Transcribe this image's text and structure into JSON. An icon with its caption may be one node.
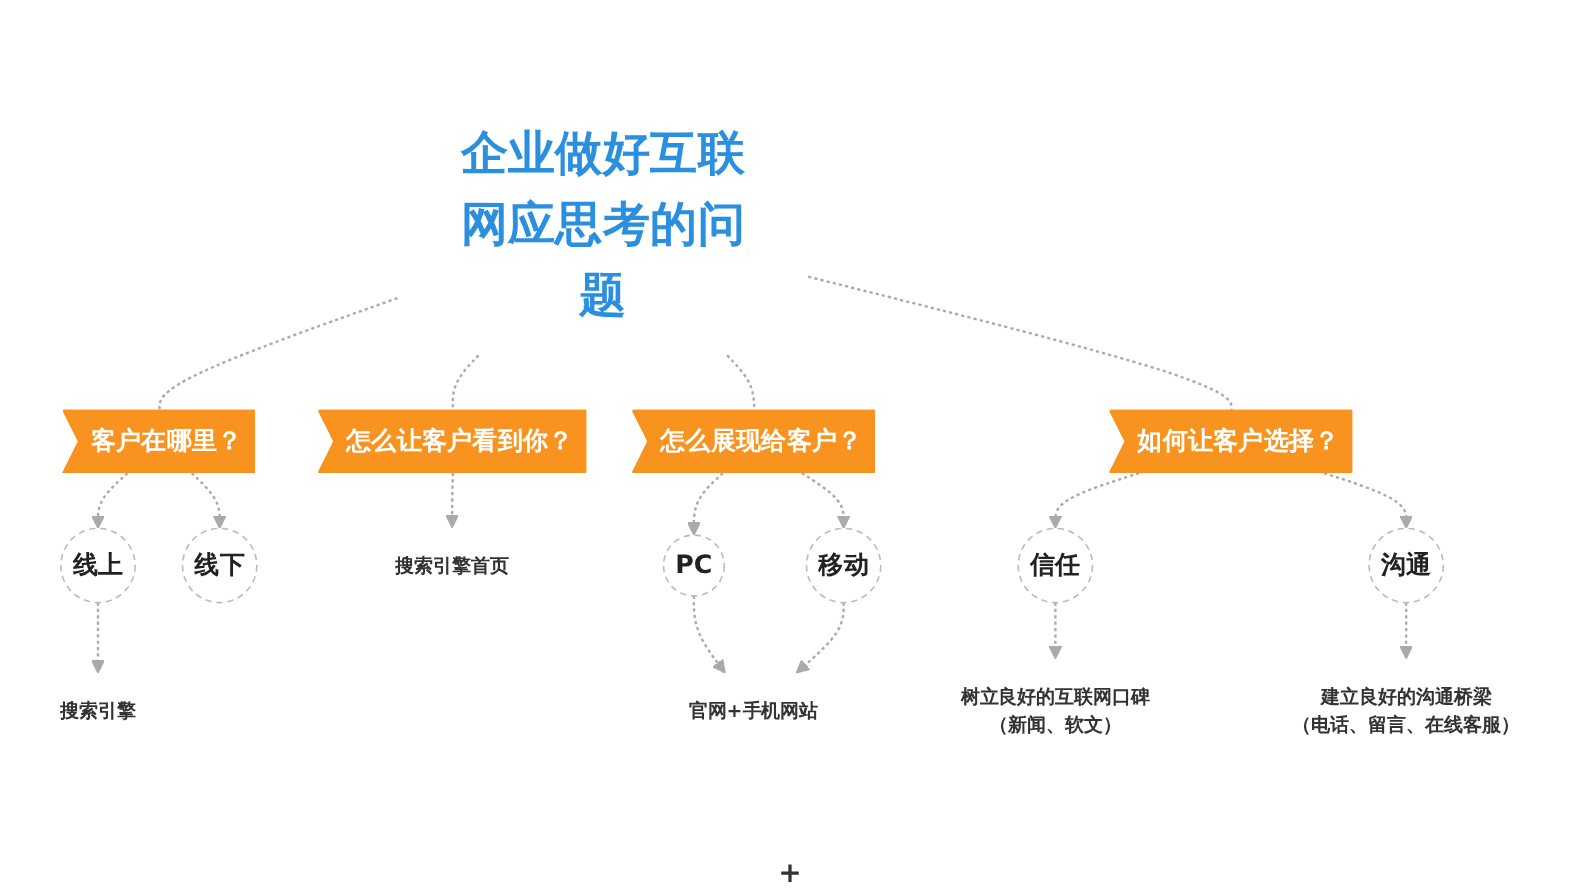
{
  "diagram": {
    "nodes": [
      {
        "text": [
          "企业做好互联网应思考的问题"
        ]
      },
      {
        "text": [
          "客户在哪里？"
        ]
      },
      {
        "text": [
          "怎么让客户看到你？"
        ]
      },
      {
        "text": [
          "怎么展现给客户？"
        ]
      },
      {
        "text": [
          "如何让客户选择？"
        ]
      },
      {
        "text": [
          "线上"
        ]
      },
      {
        "text": [
          "线下"
        ]
      },
      {
        "text": [
          "搜索引擎首页"
        ]
      },
      {
        "text": [
          "PC"
        ]
      },
      {
        "text": [
          "移动"
        ]
      },
      {
        "text": [
          "信任"
        ]
      },
      {
        "text": [
          "沟通"
        ]
      },
      {
        "text": [
          "搜索引擎"
        ]
      },
      {
        "text": [
          "官网+手机网站"
        ]
      },
      {
        "text": [
          "树立良好的互联网口碑",
          "（新闻、软文）"
        ]
      },
      {
        "text": [
          "建立良好的沟通桥梁",
          "（电话、留言、在线客服）"
        ]
      }
    ],
    "edges": [
      {
        "from": 0,
        "to": 1,
        "arrow": "none",
        "style": "dashed"
      },
      {
        "from": 0,
        "to": 2,
        "arrow": "none",
        "style": "dashed"
      },
      {
        "from": 0,
        "to": 3,
        "arrow": "none",
        "style": "dashed"
      },
      {
        "from": 0,
        "to": 4,
        "arrow": "none",
        "style": "dashed"
      },
      {
        "from": 1,
        "to": 5,
        "arrow": "to",
        "style": "dashed"
      },
      {
        "from": 1,
        "to": 6,
        "arrow": "to",
        "style": "dashed"
      },
      {
        "from": 2,
        "to": 7,
        "arrow": "to",
        "style": "dashed"
      },
      {
        "from": 3,
        "to": 8,
        "arrow": "to",
        "style": "dashed"
      },
      {
        "from": 3,
        "to": 9,
        "arrow": "to",
        "style": "dashed"
      },
      {
        "from": 4,
        "to": 10,
        "arrow": "to",
        "style": "dashed"
      },
      {
        "from": 4,
        "to": 11,
        "arrow": "to",
        "style": "dashed"
      },
      {
        "from": 5,
        "to": 12,
        "arrow": "to",
        "style": "dashed"
      },
      {
        "from": 8,
        "to": 13,
        "arrow": "to",
        "style": "dashed"
      },
      {
        "from": 9,
        "to": 13,
        "arrow": "to",
        "style": "dashed"
      },
      {
        "from": 10,
        "to": 14,
        "arrow": "to",
        "style": "dashed"
      },
      {
        "from": 11,
        "to": 15,
        "arrow": "to",
        "style": "dashed"
      }
    ],
    "labels": [
      "+"
    ]
  }
}
